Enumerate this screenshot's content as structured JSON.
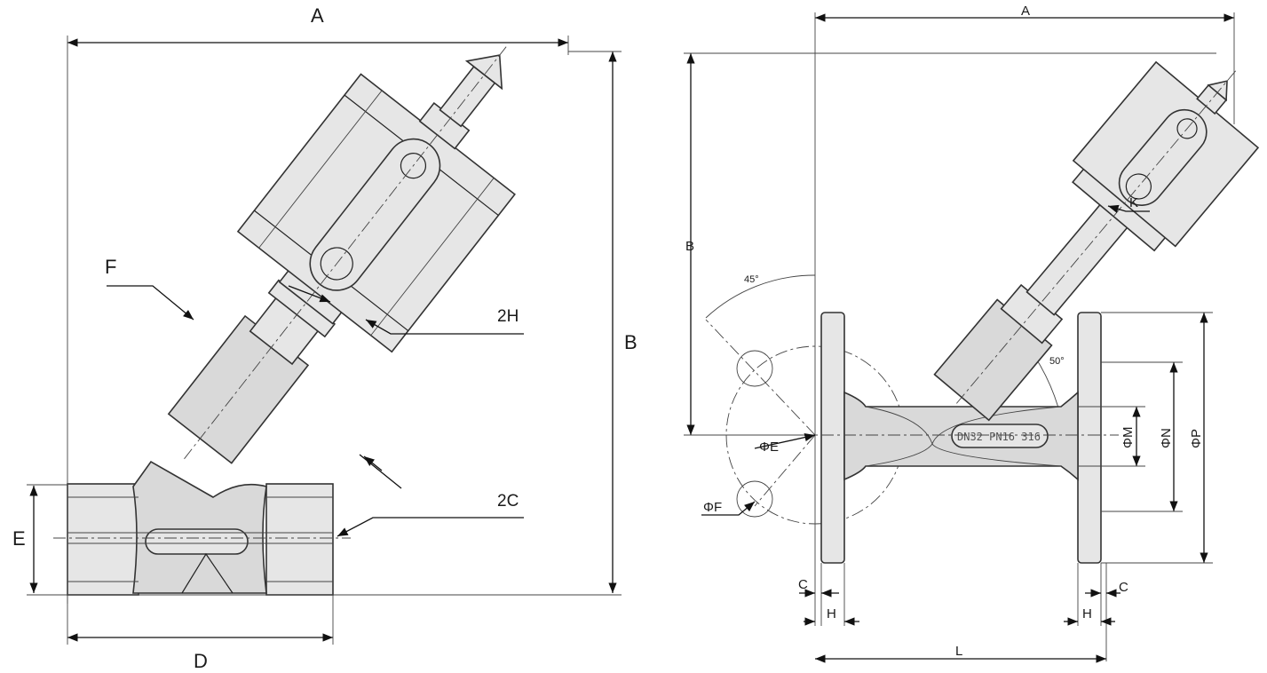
{
  "left_drawing": {
    "labels": {
      "A": "A",
      "B": "B",
      "D": "D",
      "E": "E",
      "F": "F",
      "2H": "2H",
      "2C": "2C"
    }
  },
  "right_drawing": {
    "labels": {
      "A": "A",
      "B": "B",
      "K": "K",
      "E": "ΦE",
      "F": "ΦF",
      "M": "ΦM",
      "N": "ΦN",
      "P": "ΦP",
      "C_left": "C",
      "C_right": "C",
      "H_left": "H",
      "H_right": "H",
      "L": "L",
      "angle_45": "45°",
      "angle_50": "50°"
    },
    "nameplate": "DN32 PN16 316"
  }
}
